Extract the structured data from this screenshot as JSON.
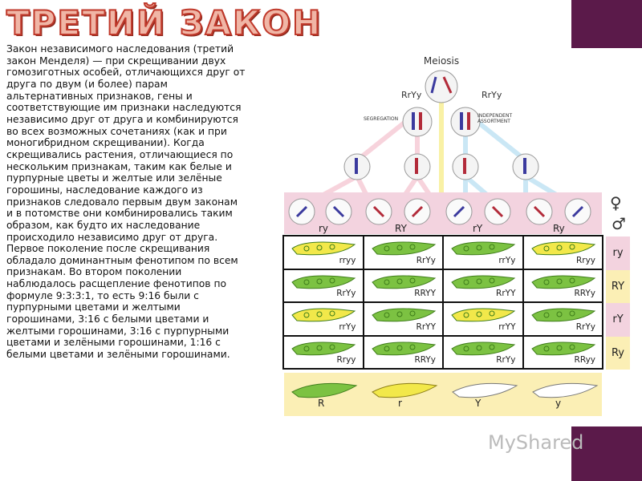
{
  "slide": {
    "title": "ТРЕТИЙ ЗАКОН",
    "body": "Закон независимого наследования (третий\nзакон Менделя) — при скрещивании двух\nгомозиготных особей, отличающихся друг от\nдруга по двум (и более) парам\nальтернативных признаков, гены и\nсоответствующие им признаки наследуются\nнезависимо друг от друга и комбинируются\nво всех возможных сочетаниях (как и при\nмоногибридном скрещивании). Когда\nскрещивались растения, отличающиеся по\nнескольким признакам, таким как белые и\nпурпурные цветы и желтые или зелёные\nгорошины, наследование каждого из\nпризнаков следовало первым двум законам\nи в потомстве они комбинировались таким\nобразом, как будто их наследование\nпроисходило независимо друг от друга.\nПервое поколение после скрещивания\nобладало доминантным фенотипом по всем\nпризнакам. Во втором поколении\nнаблюдалось расщепление фенотипов по\nформуле 9:3:3:1, то есть 9:16 были с\nпурпурными цветами и желтыми\nгорошинами, 3:16 с белыми цветами и\nжелтыми горошинами, 3:16 с пурпурными\nцветами и зелёными горошинами, 1:16 с\nбелыми цветами и зелёными горошинами."
  },
  "figure": {
    "meiosis_label": "Meiosis",
    "parent_left": "RrYy",
    "parent_right": "RrYy",
    "segregation": "SEGREGATION",
    "independent_assortment_1": "INDEPENDENT",
    "independent_assortment_2": "ASSORTMENT",
    "female_symbol": "♀",
    "male_symbol": "♂",
    "gametes_top": [
      "ry",
      "RY",
      "rY",
      "Ry"
    ],
    "gametes_side": [
      "ry",
      "RY",
      "rY",
      "Ry"
    ],
    "grid": [
      [
        {
          "g": "rryy",
          "pod": "yellow"
        },
        {
          "g": "RrYy",
          "pod": "green"
        },
        {
          "g": "rrYy",
          "pod": "green"
        },
        {
          "g": "Rryy",
          "pod": "yellow"
        }
      ],
      [
        {
          "g": "RrYy",
          "pod": "green"
        },
        {
          "g": "RRYY",
          "pod": "green"
        },
        {
          "g": "RrYY",
          "pod": "green"
        },
        {
          "g": "RRYy",
          "pod": "green"
        }
      ],
      [
        {
          "g": "rrYy",
          "pod": "yellow"
        },
        {
          "g": "RrYY",
          "pod": "green"
        },
        {
          "g": "rrYY",
          "pod": "yellow"
        },
        {
          "g": "RrYy",
          "pod": "green"
        }
      ],
      [
        {
          "g": "Rryy",
          "pod": "green"
        },
        {
          "g": "RRYy",
          "pod": "green"
        },
        {
          "g": "RrYy",
          "pod": "green"
        },
        {
          "g": "RRyy",
          "pod": "green"
        }
      ]
    ],
    "phenotypes": [
      "R",
      "r",
      "Y",
      "y"
    ],
    "colors": {
      "green": "#7cc242",
      "yellow": "#f2e84a",
      "white": "#ffffff",
      "pink": "#f3d3df",
      "cream": "#fbefb5",
      "accent": "#5b1a4a"
    }
  },
  "watermark": "MyShared"
}
